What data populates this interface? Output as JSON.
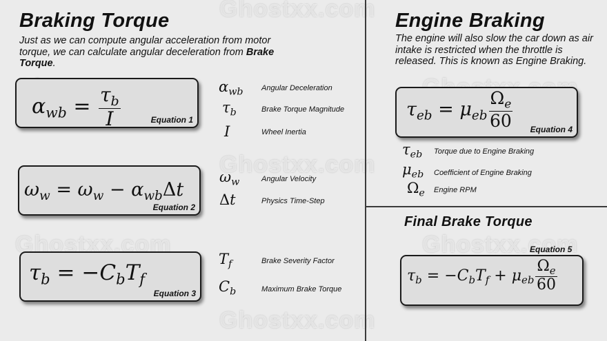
{
  "watermark": "Ghostxx.com",
  "left": {
    "title": "Braking Torque",
    "intro_pre": "Just as we can compute angular acceleration from motor torque, we can calculate angular deceleration from ",
    "intro_bold": "Brake Torque",
    "intro_post": ".",
    "equations": [
      {
        "label": "Equation 1"
      },
      {
        "label": "Equation 2"
      },
      {
        "label": "Equation 3"
      }
    ],
    "legend": [
      {
        "symbol": "α_wb",
        "desc": "Angular Deceleration"
      },
      {
        "symbol": "τ_b",
        "desc": "Brake Torque Magnitude"
      },
      {
        "symbol": "I",
        "desc": "Wheel Inertia"
      },
      {
        "symbol": "ω_w",
        "desc": "Angular Velocity"
      },
      {
        "symbol": "Δt",
        "desc": "Physics Time-Step"
      },
      {
        "symbol": "T_f",
        "desc": "Brake Severity Factor"
      },
      {
        "symbol": "C_b",
        "desc": "Maximum Brake Torque"
      }
    ]
  },
  "right": {
    "title": "Engine Braking",
    "intro": "The engine will also slow the car down as air intake is restricted when the throttle is released. This is known as Engine Braking.",
    "equation_label": "Equation 4",
    "legend": [
      {
        "symbol": "τ_eb",
        "desc": "Torque due to Engine Braking"
      },
      {
        "symbol": "μ_eb",
        "desc": "Coefficient of Engine Braking"
      },
      {
        "symbol": "Ω_e",
        "desc": "Engine RPM"
      }
    ],
    "final_title": "Final Brake Torque",
    "final_equation_label": "Equation 5"
  }
}
